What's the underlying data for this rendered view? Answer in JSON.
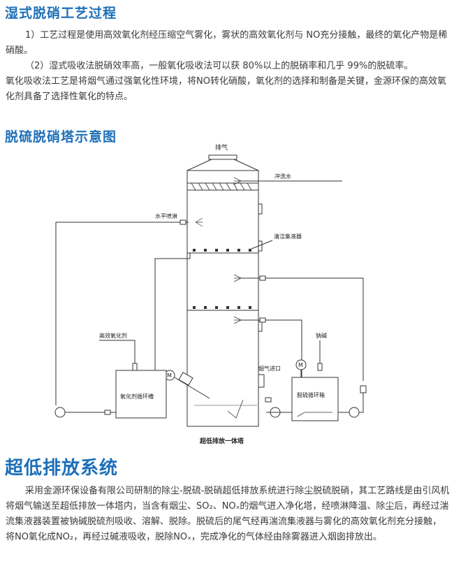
{
  "section1": {
    "title": "湿式脱硝工艺过程",
    "p1": "1）工艺过程是使用高效氧化剂经压缩空气雾化，雾状的高效氧化剂与 NO充分接触，最终的氧化产物是稀硝酸。",
    "p2": "（2）湿式吸收法脱硝效率高，一般氧化吸收法可以获 80%以上的脱硝率和几乎 99%的脱硫率。",
    "p3": "氧化吸收法工艺是将烟气通过强氧化性环境，将NO转化硝酸，氧化剂的选择和制备是关键，金源环保的高效氧化剂具备了选择性氧化的特点。"
  },
  "section2": {
    "title": "脱硫脱硝塔示意图",
    "diagram": {
      "exhaust": "排气",
      "flush_water": "冲洗水",
      "horizontal_spray": "水平喷淋",
      "clean_collector": "清洁集液器",
      "oxidant": "高效氧化剂",
      "caustic": "钠碱",
      "flue_inlet": "烟气进口",
      "oxidant_tank": "氧化剂循环槽",
      "desulf_tank": "脱硫循环箱",
      "motor": "M",
      "caption": "超低排放一体塔"
    }
  },
  "section3": {
    "title": "超低排放系统",
    "body": "采用金源环保设备有限公司研制的除尘-脱硫-脱硝超低排放系统进行除尘脱硫脱硝，其工艺路线是由引风机将烟气输送至超低排放一体塔内，当含有烟尘、SO₂、NOₓ的烟气进入净化塔，经喷淋降温、除尘后，再经过湍流集液器装置被钠碱脱硫剂吸收、溶解、脱除。脱硫后的尾气经再湍流集液器与雾化的高效氧化剂充分接触，将NO氧化成NO₂，再经过碱液吸收，脱除NOₓ，完成净化的气体经由除雾器进入烟囱排放出。"
  }
}
